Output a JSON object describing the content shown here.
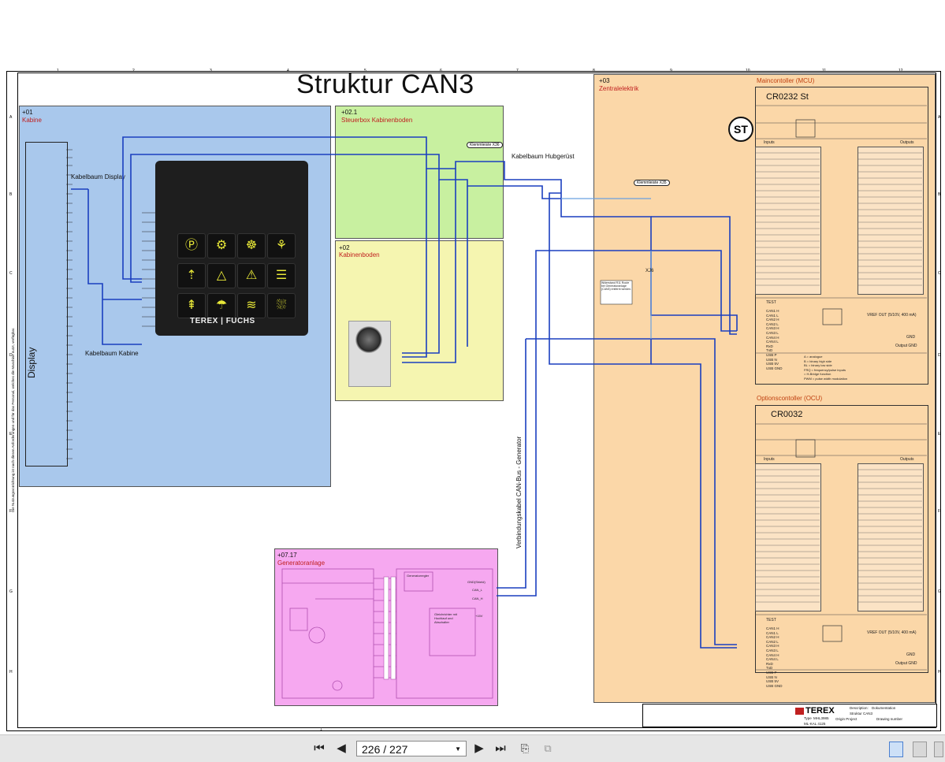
{
  "document": {
    "title": "Struktur CAN3",
    "column_numbers": [
      "1",
      "2",
      "3",
      "4",
      "5",
      "6",
      "7",
      "8",
      "9",
      "10",
      "11",
      "12"
    ],
    "row_letters": [
      "A",
      "B",
      "C",
      "D",
      "E",
      "F",
      "G",
      "H"
    ],
    "side_note": "Die Nutzungsvorrichtung ist nach diesen Anforderungen und für das Personal, welches die Maschine nutzt, verfügbar.",
    "page_number_mark": "1"
  },
  "boxes": {
    "kabine": {
      "id": "+01",
      "name": "Kabine"
    },
    "steuerbox": {
      "id": "+02.1",
      "name": "Steuerbox Kabinenboden"
    },
    "kabinenboden": {
      "id": "+02",
      "name": "Kabinenboden"
    },
    "zentralelektrik": {
      "id": "+03",
      "name": "Zentralelektrik"
    },
    "generator": {
      "id": "+07.17",
      "name": "Generatoranlage"
    }
  },
  "labels": {
    "kabelbaum_display": "Kabelbaum Display",
    "kabelbaum_kabine": "Kabelbaum Kabine",
    "kabelbaum_hubgeruest": "Kabelbaum Hubgerüst",
    "klemmleiste_x36": "Klemmleiste X36",
    "klemmleiste_x35": "Klemmleiste X35",
    "display": "Display",
    "verbindungskabel": "Verbindungskabel CAN-Bus - Generator",
    "xj6": "XJ6",
    "widerstand_note": "Widerstand R11 Route bei Generatoranlage (CAN3) entfernt werden.",
    "panel_brand": "TEREX | FUCHS",
    "gen_can_l": "CAN_L",
    "gen_can_h": "CAN_H",
    "gen_gnd": "GND(Shield)",
    "gen_12v": "+15V",
    "gen_gleichrichter": "Gleichrichter mit Hochlauf und Abschalter",
    "gen_generatorregler": "Generatorregler"
  },
  "controllers": {
    "mcu": {
      "title": "Maincontoller (MCU)",
      "model": "CR0232 St",
      "badge": "ST",
      "inputs_label": "Inputs",
      "outputs_label": "Outputs",
      "test_label": "TEST",
      "vref": "VREF OUT (5/10V, 400 mA)",
      "gnd_label": "GND",
      "output_gnd": "Output GND",
      "can_lines": [
        "CAN1 H",
        "CAN1 L",
        "CAN2 H",
        "CAN2 L",
        "CAN3 H",
        "CAN3 L",
        "CAN4 H",
        "CAN4 L"
      ],
      "com_lines": [
        "RxD",
        "TxD"
      ],
      "usb_lines": [
        "USB P",
        "USB N",
        "USB 5V",
        "USB GND"
      ],
      "legend": [
        "A = analogue",
        "B = binary high side",
        "BL = binary low side",
        "FRQ = frequency/pulse inputs",
        "= H-Bridge function",
        "PWM = pulse width modulation"
      ]
    },
    "ocu": {
      "title": "Optionscontoller (OCU)",
      "model": "CR0032",
      "inputs_label": "Inputs",
      "outputs_label": "Outputs",
      "test_label": "TEST",
      "vref": "VREF OUT (5/10V, 400 mA)",
      "gnd_label": "GND",
      "output_gnd": "Output GND",
      "can_lines": [
        "CAN1 H",
        "CAN1 L",
        "CAN2 H",
        "CAN2 L",
        "CAN3 H",
        "CAN3 L",
        "CAN4 H",
        "CAN4 L"
      ],
      "com_lines": [
        "RxD",
        "TxD"
      ],
      "usb_lines": [
        "USB P",
        "USB N",
        "USB 5V",
        "USB GND"
      ]
    }
  },
  "titleblock": {
    "brand": "TEREX",
    "description_label": "Description:",
    "description": "Dokumentation",
    "subtitle": "Struktur CAN3",
    "type_label": "Type",
    "type": "MHL3985",
    "origin_label": "Origin Project",
    "drawing_label": "Drawing number",
    "ml": "ML-KAL 4125"
  },
  "viewer": {
    "page_display": "226 / 227",
    "first_icon": "first-page-icon",
    "prev_icon": "previous-page-icon",
    "next_icon": "next-page-icon",
    "last_icon": "last-page-icon"
  },
  "colors": {
    "kabine_bg": "#a9c8ec",
    "steuerbox_bg": "#c8f0a0",
    "kabinenboden_bg": "#f5f5b0",
    "zentral_bg": "#fbd7a8",
    "generator_bg": "#f6a8f0",
    "can_wire": "#1a3fbf"
  }
}
